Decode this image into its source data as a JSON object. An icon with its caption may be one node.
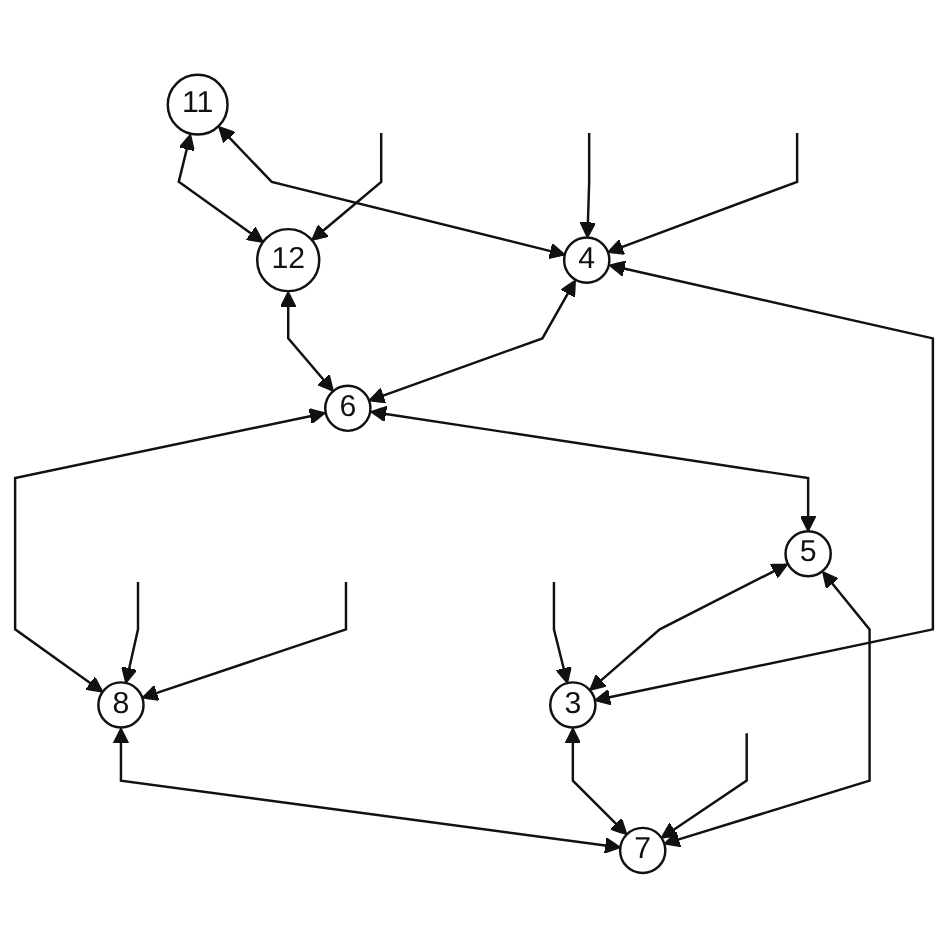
{
  "diagram": {
    "nodes": [
      {
        "text": [
          "11"
        ]
      },
      {
        "text": [
          "12"
        ]
      },
      {
        "text": [
          "4"
        ]
      },
      {
        "text": [
          "6"
        ]
      },
      {
        "text": [
          "8"
        ]
      },
      {
        "text": [
          "5"
        ]
      },
      {
        "text": [
          "3"
        ]
      },
      {
        "text": [
          "7"
        ]
      }
    ],
    "edges": [
      {
        "from": 0,
        "to": 1,
        "arrow": "both"
      },
      {
        "from": null,
        "to": 1,
        "arrow": "to"
      },
      {
        "from": 0,
        "to": 2,
        "arrow": "both"
      },
      {
        "from": 1,
        "to": 3,
        "arrow": "both"
      },
      {
        "from": null,
        "to": 2,
        "arrow": "to"
      },
      {
        "from": 2,
        "to": 3,
        "arrow": "both"
      },
      {
        "from": 3,
        "to": 4,
        "arrow": "both"
      },
      {
        "from": null,
        "to": 4,
        "arrow": "to"
      },
      {
        "from": null,
        "to": 2,
        "arrow": "to"
      },
      {
        "from": 3,
        "to": 5,
        "arrow": "both"
      },
      {
        "from": 2,
        "to": 6,
        "arrow": "both"
      },
      {
        "from": null,
        "to": 4,
        "arrow": "to"
      },
      {
        "from": 5,
        "to": 6,
        "arrow": "both"
      },
      {
        "from": 5,
        "to": 7,
        "arrow": "both"
      },
      {
        "from": 4,
        "to": 7,
        "arrow": "both"
      },
      {
        "from": null,
        "to": 6,
        "arrow": "to"
      },
      {
        "from": 6,
        "to": 7,
        "arrow": "both"
      },
      {
        "from": null,
        "to": 7,
        "arrow": "to"
      }
    ]
  }
}
